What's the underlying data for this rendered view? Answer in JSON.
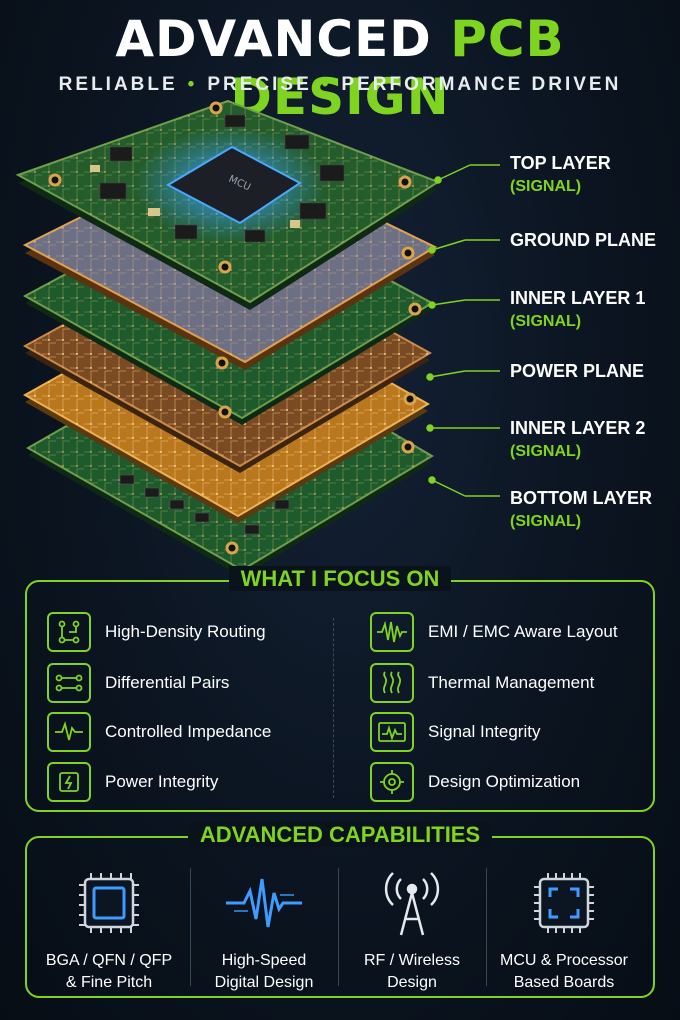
{
  "header": {
    "title_white": "ADVANCED",
    "title_green": "PCB DESIGN",
    "tagline": [
      "RELIABLE",
      "PRECISE",
      "PERFORMANCE DRIVEN"
    ]
  },
  "board": {
    "chip_label": "MCU",
    "layers": [
      {
        "name": "TOP LAYER",
        "sub": "(SIGNAL)"
      },
      {
        "name": "GROUND PLANE",
        "sub": ""
      },
      {
        "name": "INNER LAYER 1",
        "sub": "(SIGNAL)"
      },
      {
        "name": "POWER PLANE",
        "sub": ""
      },
      {
        "name": "INNER LAYER 2",
        "sub": "(SIGNAL)"
      },
      {
        "name": "BOTTOM LAYER",
        "sub": "(SIGNAL)"
      }
    ]
  },
  "focus": {
    "title": "WHAT I FOCUS ON",
    "left": [
      {
        "label": "High-Density Routing",
        "icon": "routing-icon"
      },
      {
        "label": "Differential Pairs",
        "icon": "differential-pairs-icon"
      },
      {
        "label": "Controlled Impedance",
        "icon": "impedance-icon"
      },
      {
        "label": "Power Integrity",
        "icon": "power-integrity-icon"
      }
    ],
    "right": [
      {
        "label": "EMI / EMC Aware Layout",
        "icon": "emi-wave-icon"
      },
      {
        "label": "Thermal Management",
        "icon": "thermal-icon"
      },
      {
        "label": "Signal Integrity",
        "icon": "oscilloscope-icon"
      },
      {
        "label": "Design Optimization",
        "icon": "optimization-gear-icon"
      }
    ]
  },
  "capabilities": {
    "title": "ADVANCED CAPABILITIES",
    "items": [
      {
        "line1": "BGA / QFN / QFP",
        "line2": "& Fine Pitch",
        "icon": "chip-package-icon"
      },
      {
        "line1": "High-Speed",
        "line2": "Digital Design",
        "icon": "signal-waveform-icon"
      },
      {
        "line1": "RF / Wireless",
        "line2": "Design",
        "icon": "antenna-icon"
      },
      {
        "line1": "MCU & Processor",
        "line2": "Based Boards",
        "icon": "processor-icon"
      }
    ]
  },
  "colors": {
    "accent_green": "#7fd321",
    "background": "#0b1420",
    "chip_glow": "#2f8cff"
  }
}
